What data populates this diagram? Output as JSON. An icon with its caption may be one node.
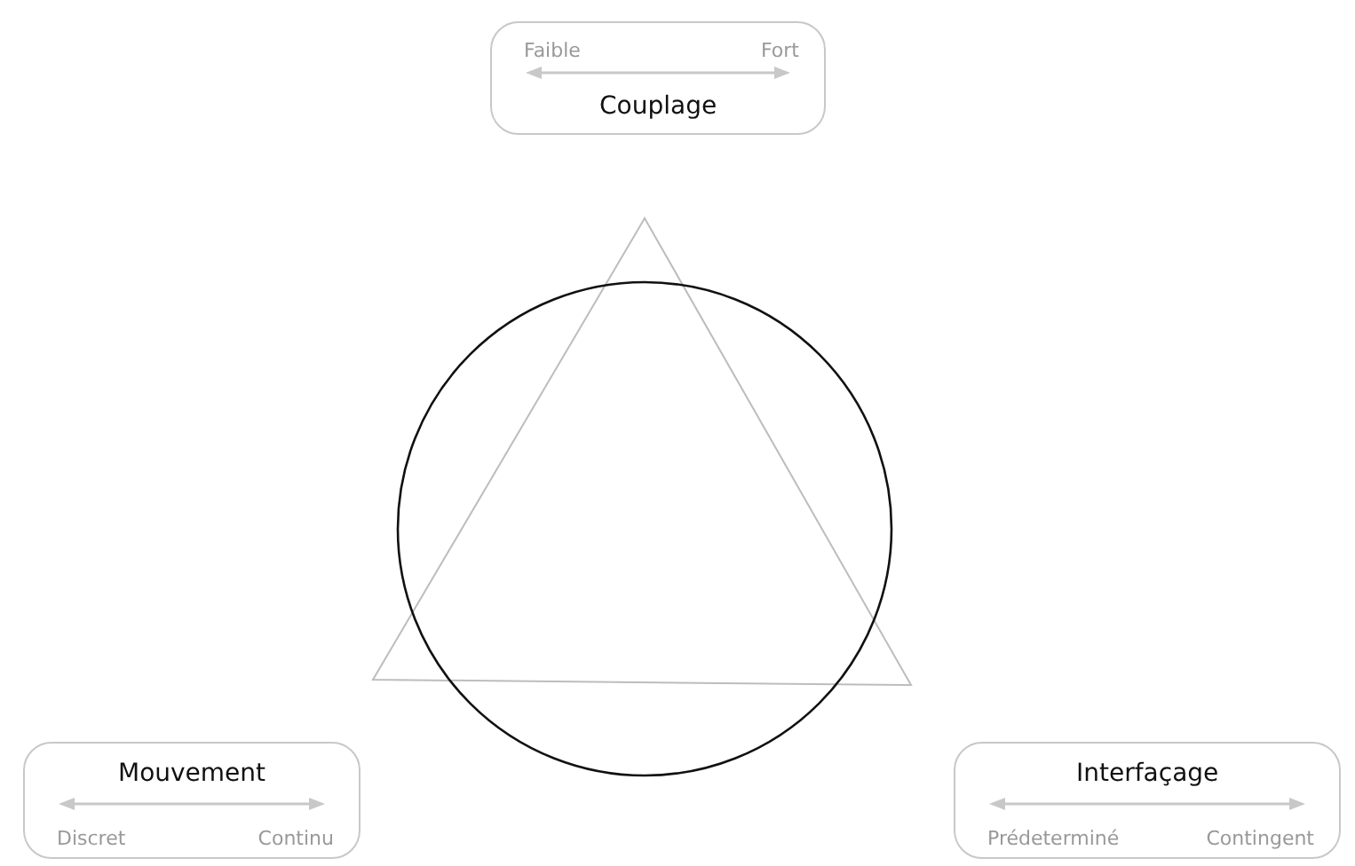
{
  "diagram": {
    "nodes": [
      {
        "text": [
          "Faible",
          "Fort",
          "Couplage"
        ]
      },
      {
        "text": [
          "Mouvement",
          "Discret",
          "Continu"
        ]
      },
      {
        "text": [
          "Interfaçage",
          "Prédeterminé",
          "Contingent"
        ]
      }
    ]
  }
}
